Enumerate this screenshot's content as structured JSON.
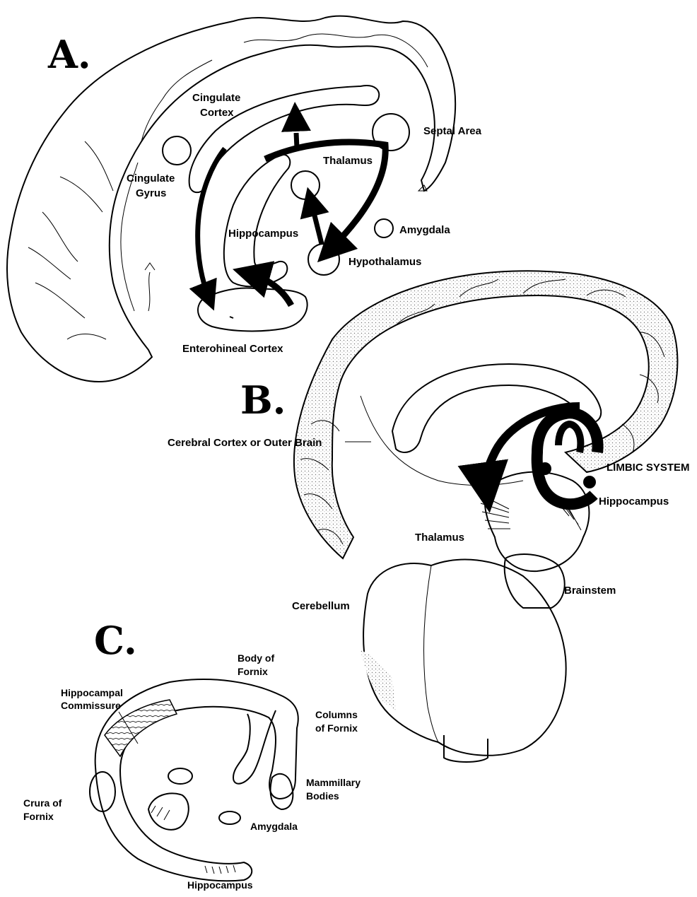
{
  "panels": {
    "a": {
      "letter": "A.",
      "labels": {
        "cingulate_cortex_1": "Cingulate",
        "cingulate_cortex_2": "Cortex",
        "cingulate_gyrus_1": "Cingulate",
        "cingulate_gyrus_2": "Gyrus",
        "septal_area": "Septal Area",
        "thalamus": "Thalamus",
        "amygdala": "Amygdala",
        "hippocampus": "Hippocampus",
        "hypothalamus": "Hypothalamus",
        "enterohineal_cortex": "Enterohineal Cortex"
      }
    },
    "b": {
      "letter": "B.",
      "labels": {
        "cerebral_cortex": "Cerebral Cortex or Outer Brain",
        "limbic_system": "LIMBIC SYSTEM",
        "hippocampus": "Hippocampus",
        "thalamus": "Thalamus",
        "brainstem": "Brainstem",
        "cerebellum": "Cerebellum"
      }
    },
    "c": {
      "letter": "C.",
      "labels": {
        "body_of_fornix_1": "Body of",
        "body_of_fornix_2": "Fornix",
        "hippocampal_commissure_1": "Hippocampal",
        "hippocampal_commissure_2": "Commissure",
        "columns_of_fornix_1": "Columns",
        "columns_of_fornix_2": "of Fornix",
        "mammillary_bodies_1": "Mammillary",
        "mammillary_bodies_2": "Bodies",
        "crura_of_fornix_1": "Crura of",
        "crura_of_fornix_2": "Fornix",
        "amygdala": "Amygdala",
        "hippocampus": "Hippocampus"
      }
    }
  }
}
